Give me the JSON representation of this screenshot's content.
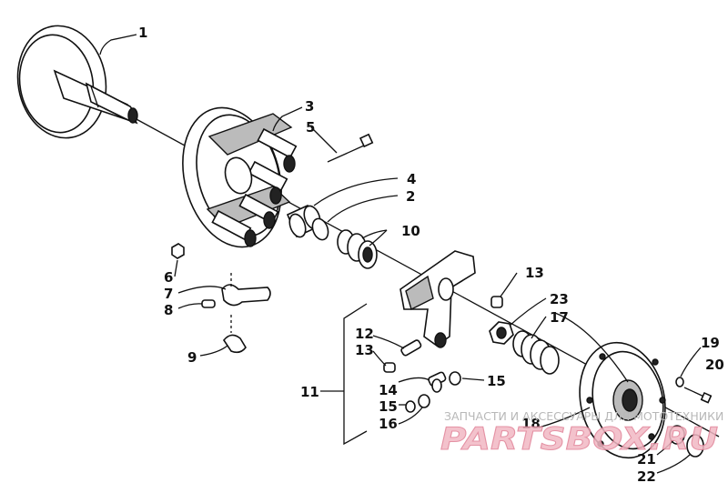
{
  "callouts": [
    {
      "id": "1",
      "label": "1"
    },
    {
      "id": "2",
      "label": "2"
    },
    {
      "id": "3",
      "label": "3"
    },
    {
      "id": "4",
      "label": "4"
    },
    {
      "id": "5",
      "label": "5"
    },
    {
      "id": "6",
      "label": "6"
    },
    {
      "id": "7",
      "label": "7"
    },
    {
      "id": "8",
      "label": "8"
    },
    {
      "id": "9",
      "label": "9"
    },
    {
      "id": "10",
      "label": "10"
    },
    {
      "id": "11",
      "label": "11"
    },
    {
      "id": "12",
      "label": "12"
    },
    {
      "id": "13a",
      "label": "13"
    },
    {
      "id": "13b",
      "label": "13"
    },
    {
      "id": "14",
      "label": "14"
    },
    {
      "id": "15a",
      "label": "15"
    },
    {
      "id": "15b",
      "label": "15"
    },
    {
      "id": "16",
      "label": "16"
    },
    {
      "id": "17",
      "label": "17"
    },
    {
      "id": "18",
      "label": "18"
    },
    {
      "id": "19",
      "label": "19"
    },
    {
      "id": "20",
      "label": "20"
    },
    {
      "id": "21",
      "label": "21"
    },
    {
      "id": "22",
      "label": "22"
    },
    {
      "id": "23",
      "label": "23"
    }
  ],
  "watermark": {
    "text": "ЗАПЧАСТИ И АКСЕССУАРЫ ДЛЯ МОТОТЕХНИКИ",
    "logo": "PARTSBOX.RU"
  }
}
